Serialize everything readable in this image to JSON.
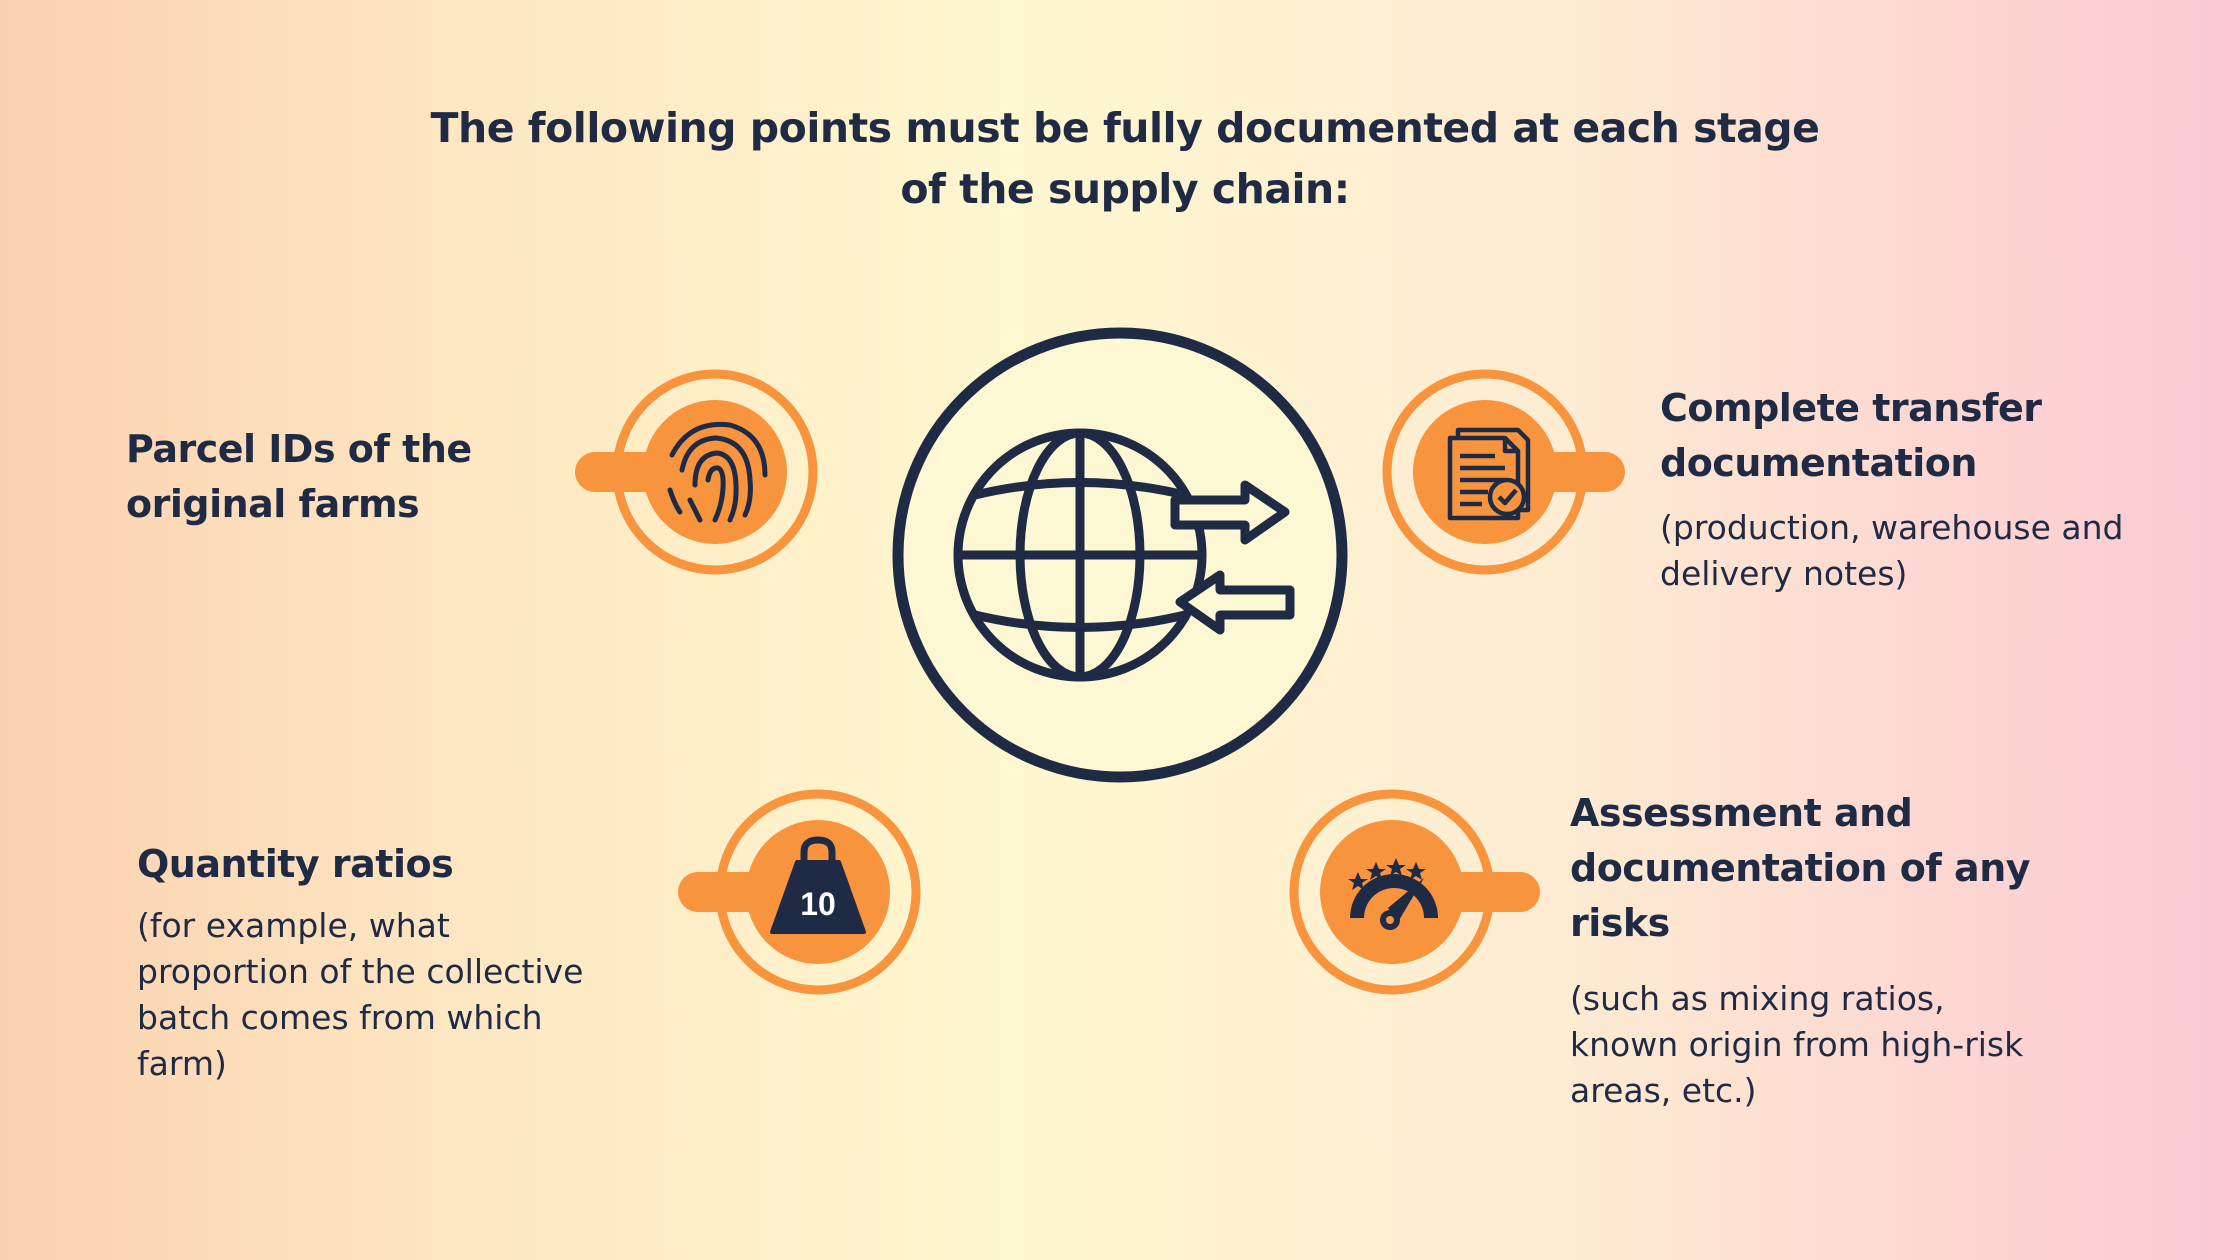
{
  "title": "The following points must be fully documented at each stage of the supply chain:",
  "items": {
    "parcel": {
      "heading": "Parcel IDs of the original farms",
      "icon": "fingerprint-icon"
    },
    "quantity": {
      "heading": "Quantity ratios",
      "body": "(for example, what proportion of the collective batch comes from which farm)",
      "icon": "weight-icon",
      "icon_text": "10"
    },
    "transfer": {
      "heading": "Complete transfer documentation",
      "body": "(production, warehouse and delivery notes)",
      "icon": "document-check-icon"
    },
    "risks": {
      "heading": "Assessment and documentation of any risks",
      "body": "(such as mixing ratios, known origin from high-risk areas, etc.)",
      "icon": "gauge-icon"
    }
  },
  "center_icon": "globe-exchange-icon",
  "colors": {
    "accent": "#f7943d",
    "dark": "#1f2a44",
    "accent_light": "#fde0c4"
  }
}
